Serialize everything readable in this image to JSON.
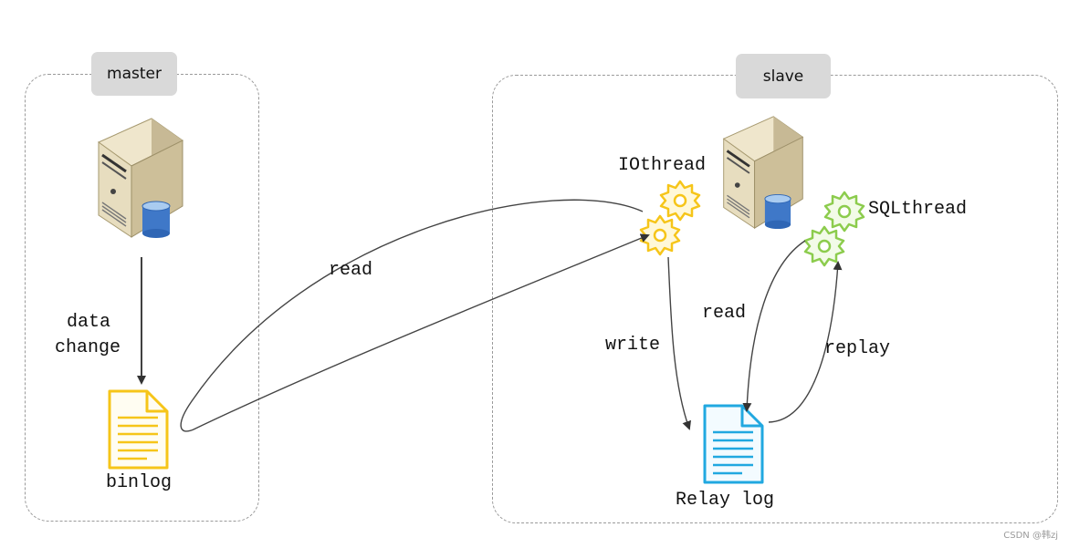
{
  "master": {
    "tag": "master",
    "log_label": "binlog",
    "change_label_line1": "data",
    "change_label_line2": "change"
  },
  "slave": {
    "tag": "slave",
    "io_thread_label": "IOthread",
    "sql_thread_label": "SQLthread",
    "relay_log_label": "Relay log",
    "write_label": "write",
    "read_label": "read",
    "replay_label": "replay"
  },
  "link": {
    "read_label": "read"
  },
  "watermark": "CSDN @韩zj",
  "colors": {
    "binlog": "#f6c519",
    "relay_log": "#21a8e0",
    "io_gear": "#f6c519",
    "sql_gear": "#8ccc4d",
    "tag_bg": "#d9d9d9",
    "arrow": "#333333"
  }
}
